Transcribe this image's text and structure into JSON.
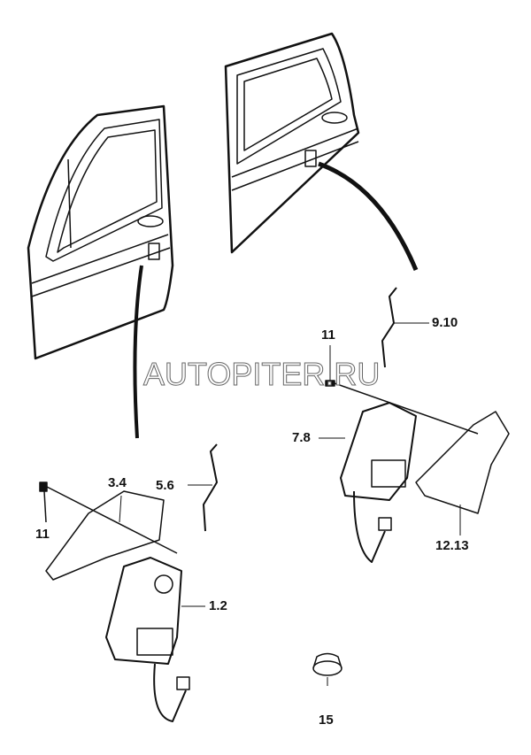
{
  "watermark": "AUTOPITER.RU",
  "callouts": {
    "rear_rod": "9.10",
    "rear_bolt": "11",
    "rear_lock": "7.8",
    "rear_bracket": "12.13",
    "front_bracket": "3.4",
    "front_rod": "5.6",
    "front_bolt": "11",
    "front_lock": "1.2",
    "plug": "15"
  }
}
